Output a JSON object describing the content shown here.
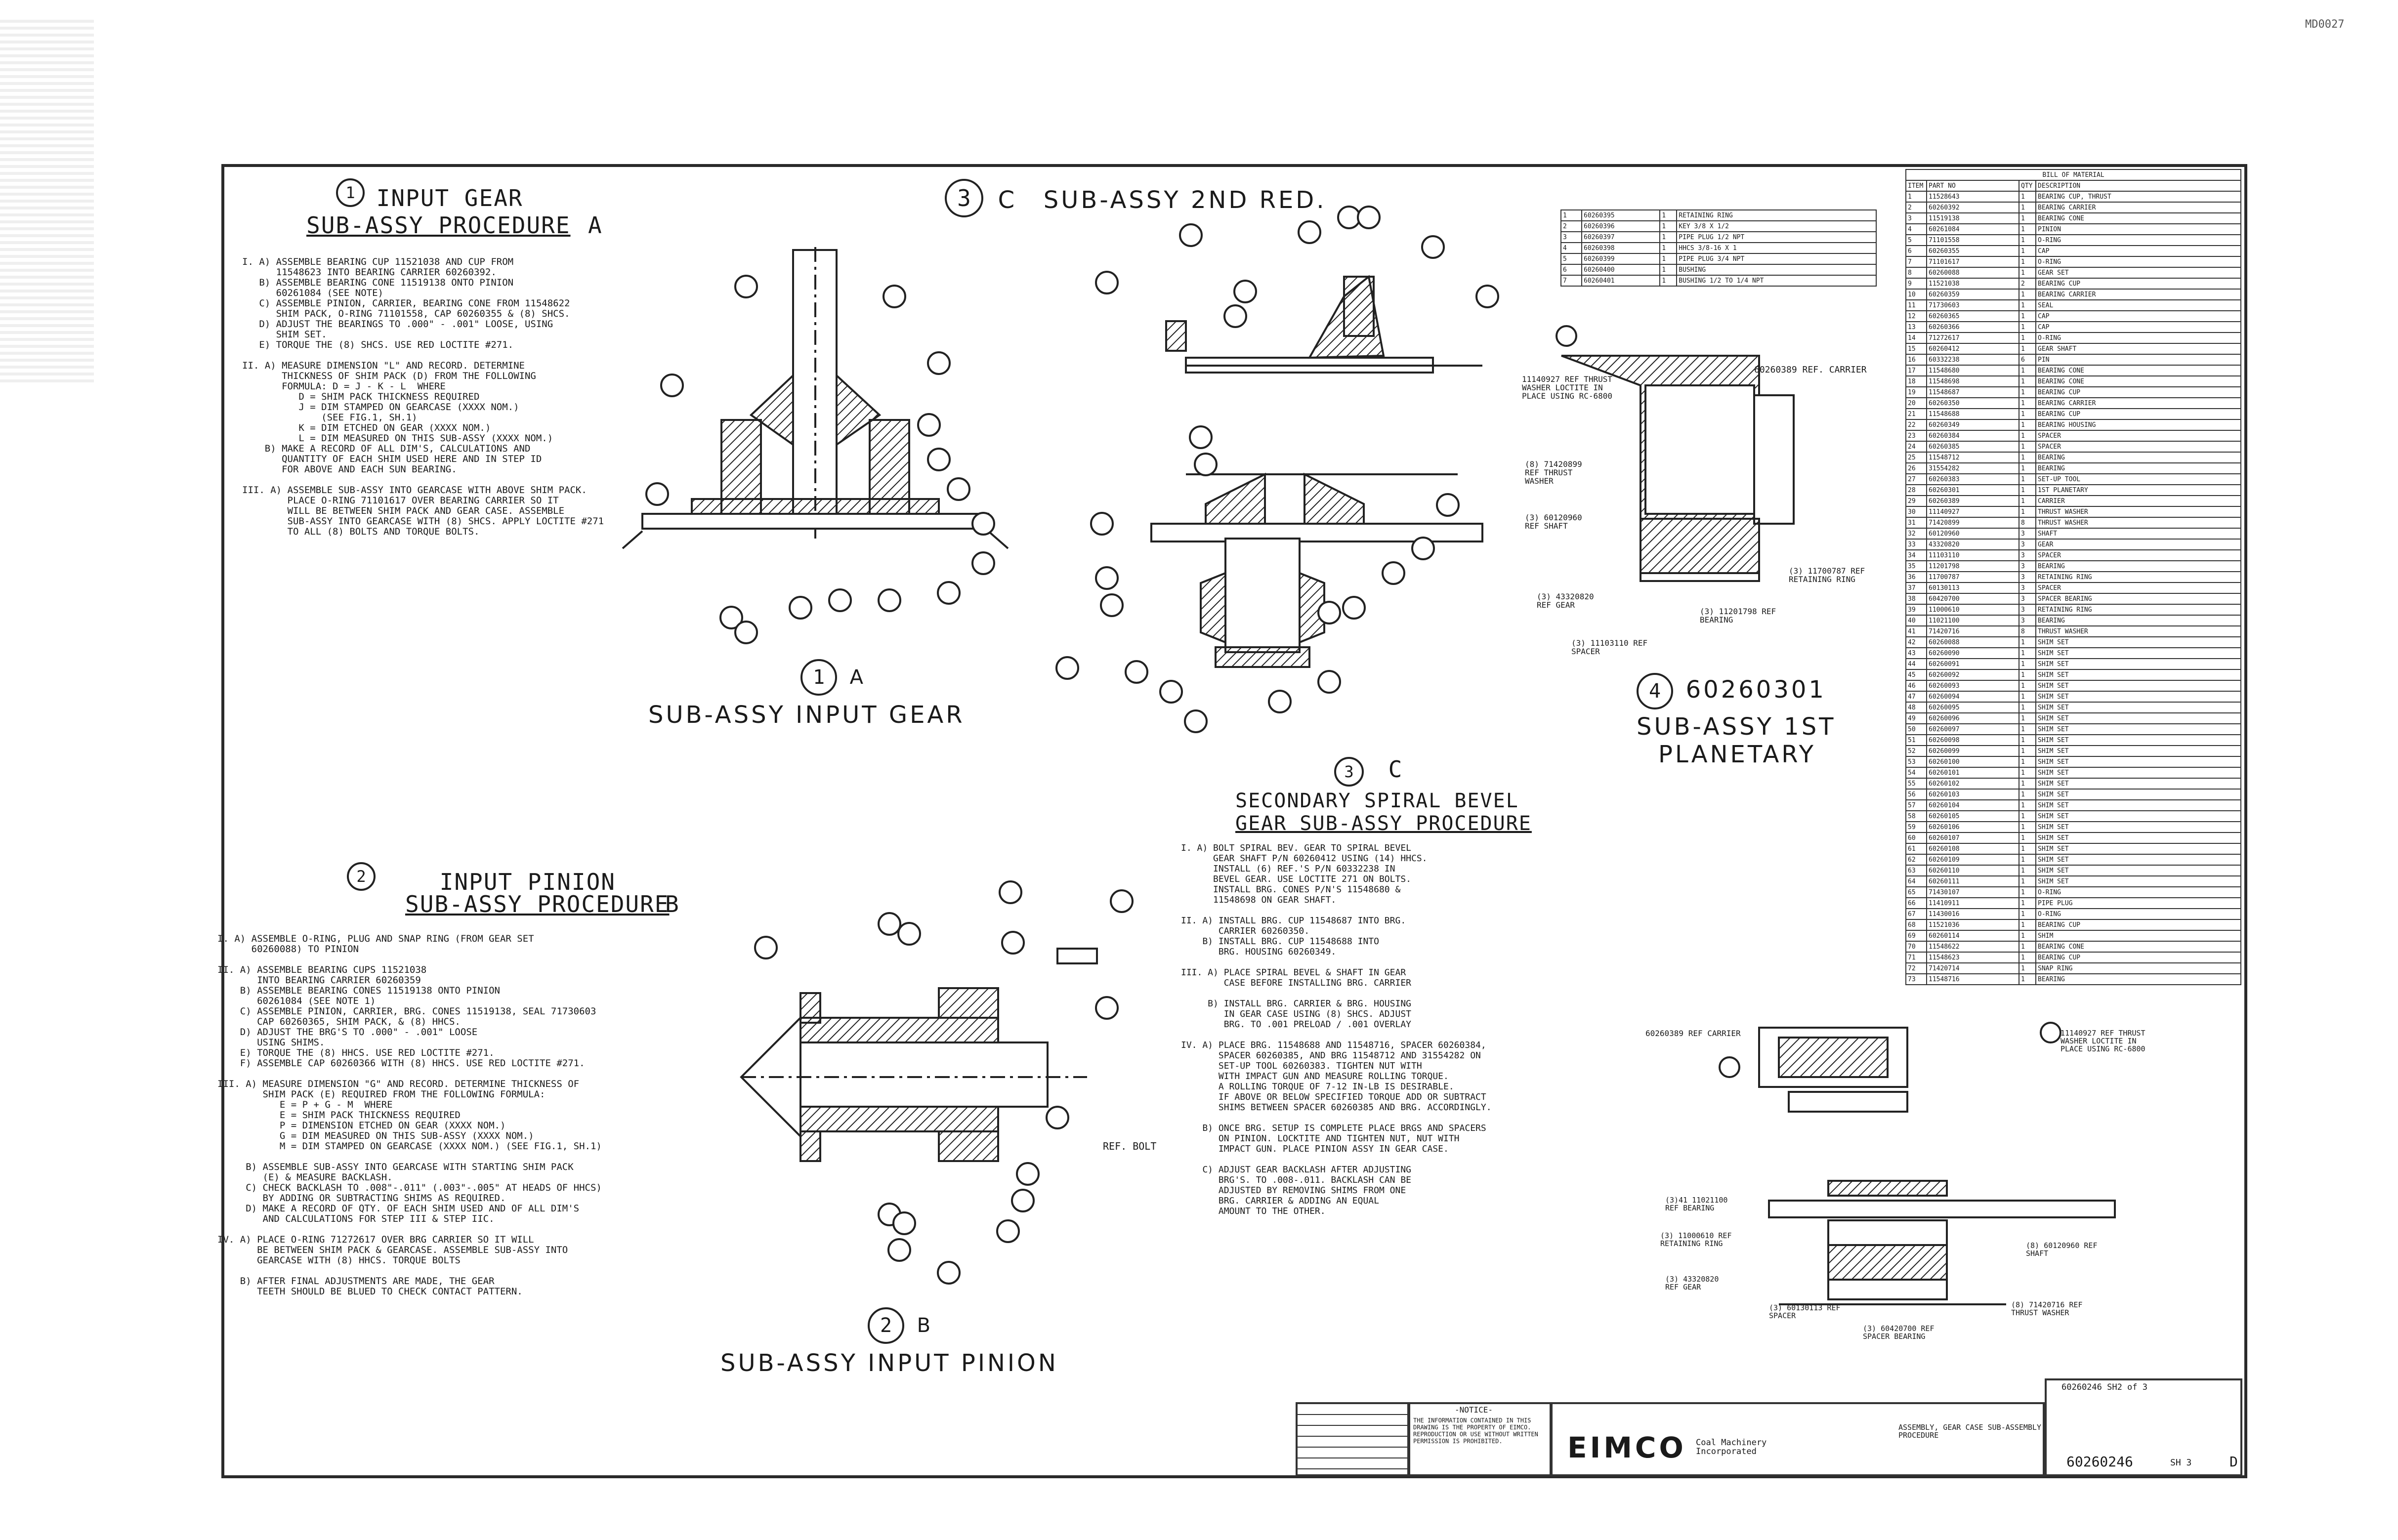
{
  "corner_id": "MD0027",
  "section1": {
    "number": "1",
    "title_line1": "INPUT GEAR",
    "title_line2": "SUB-ASSY PROCEDURE",
    "letter": "A",
    "steps": [
      "I. A) ASSEMBLE BEARING CUP 11521038 AND CUP FROM",
      "      11548623 INTO BEARING CARRIER 60260392.",
      "   B) ASSEMBLE BEARING CONE 11519138 ONTO PINION",
      "      60261084 (SEE NOTE)",
      "   C) ASSEMBLE PINION, CARRIER, BEARING CONE FROM 11548622",
      "      SHIM PACK, O-RING 71101558, CAP 60260355 & (8) SHCS.",
      "   D) ADJUST THE BEARINGS TO .000\" - .001\" LOOSE, USING",
      "      SHIM SET.",
      "   E) TORQUE THE (8) SHCS. USE RED LOCTITE #271.",
      "",
      "II. A) MEASURE DIMENSION \"L\" AND RECORD. DETERMINE",
      "       THICKNESS OF SHIM PACK (D) FROM THE FOLLOWING",
      "       FORMULA: D = J - K - L  WHERE",
      "          D = SHIM PACK THICKNESS REQUIRED",
      "          J = DIM STAMPED ON GEARCASE (XXXX NOM.)",
      "              (SEE FIG.1, SH.1)",
      "          K = DIM ETCHED ON GEAR (XXXX NOM.)",
      "          L = DIM MEASURED ON THIS SUB-ASSY (XXXX NOM.)",
      "    B) MAKE A RECORD OF ALL DIM'S, CALCULATIONS AND",
      "       QUANTITY OF EACH SHIM USED HERE AND IN STEP ID",
      "       FOR ABOVE AND EACH SUN BEARING.",
      "",
      "III. A) ASSEMBLE SUB-ASSY INTO GEARCASE WITH ABOVE SHIM PACK.",
      "        PLACE O-RING 71101617 OVER BEARING CARRIER SO IT",
      "        WILL BE BETWEEN SHIM PACK AND GEAR CASE. ASSEMBLE",
      "        SUB-ASSY INTO GEARCASE WITH (8) SHCS. APPLY LOCTITE #271",
      "        TO ALL (8) BOLTS AND TORQUE BOLTS."
    ]
  },
  "view1": {
    "number": "1",
    "letter": "A",
    "caption": "SUB-ASSY INPUT GEAR"
  },
  "section3_header": {
    "number": "3",
    "letter": "C",
    "title": "SUB-ASSY 2ND RED."
  },
  "section2": {
    "number": "2",
    "title_line1": "INPUT PINION",
    "title_line2": "SUB-ASSY PROCEDURE",
    "letter": "B",
    "steps": [
      "I. A) ASSEMBLE O-RING, PLUG AND SNAP RING (FROM GEAR SET",
      "      60260088) TO PINION",
      "",
      "II. A) ASSEMBLE BEARING CUPS 11521038",
      "       INTO BEARING CARRIER 60260359",
      "    B) ASSEMBLE BEARING CONES 11519138 ONTO PINION",
      "       60261084 (SEE NOTE 1)",
      "    C) ASSEMBLE PINION, CARRIER, BRG. CONES 11519138, SEAL 71730603",
      "       CAP 60260365, SHIM PACK, & (8) HHCS.",
      "    D) ADJUST THE BRG'S TO .000\" - .001\" LOOSE",
      "       USING SHIMS.",
      "    E) TORQUE THE (8) HHCS. USE RED LOCTITE #271.",
      "    F) ASSEMBLE CAP 60260366 WITH (8) HHCS. USE RED LOCTITE #271.",
      "",
      "III. A) MEASURE DIMENSION \"G\" AND RECORD. DETERMINE THICKNESS OF",
      "        SHIM PACK (E) REQUIRED FROM THE FOLLOWING FORMULA:",
      "           E = P + G - M  WHERE",
      "           E = SHIM PACK THICKNESS REQUIRED",
      "           P = DIMENSION ETCHED ON GEAR (XXXX NOM.)",
      "           G = DIM MEASURED ON THIS SUB-ASSY (XXXX NOM.)",
      "           M = DIM STAMPED ON GEARCASE (XXXX NOM.) (SEE FIG.1, SH.1)",
      "",
      "     B) ASSEMBLE SUB-ASSY INTO GEARCASE WITH STARTING SHIM PACK",
      "        (E) & MEASURE BACKLASH.",
      "     C) CHECK BACKLASH TO .008\"-.011\" (.003\"-.005\" AT HEADS OF HHCS)",
      "        BY ADDING OR SUBTRACTING SHIMS AS REQUIRED.",
      "     D) MAKE A RECORD OF QTY. OF EACH SHIM USED AND OF ALL DIM'S",
      "        AND CALCULATIONS FOR STEP III & STEP IIC.",
      "",
      "IV. A) PLACE O-RING 71272617 OVER BRG CARRIER SO IT WILL",
      "       BE BETWEEN SHIM PACK & GEARCASE. ASSEMBLE SUB-ASSY INTO",
      "       GEARCASE WITH (8) HHCS. TORQUE BOLTS",
      "",
      "    B) AFTER FINAL ADJUSTMENTS ARE MADE, THE GEAR",
      "       TEETH SHOULD BE BLUED TO CHECK CONTACT PATTERN."
    ]
  },
  "view2": {
    "number": "2",
    "letter": "B",
    "caption": "SUB-ASSY INPUT PINION",
    "ref_label": "REF. BOLT"
  },
  "section3": {
    "number": "3",
    "letter": "C",
    "title_line1": "SECONDARY SPIRAL BEVEL",
    "title_line2": "GEAR SUB-ASSY PROCEDURE",
    "steps": [
      "I. A) BOLT SPIRAL BEV. GEAR TO SPIRAL BEVEL",
      "      GEAR SHAFT P/N 60260412 USING (14) HHCS.",
      "      INSTALL (6) REF.'S P/N 60332238 IN",
      "      BEVEL GEAR. USE LOCTITE 271 ON BOLTS.",
      "      INSTALL BRG. CONES P/N'S 11548680 &",
      "      11548698 ON GEAR SHAFT.",
      "",
      "II. A) INSTALL BRG. CUP 11548687 INTO BRG.",
      "       CARRIER 60260350.",
      "    B) INSTALL BRG. CUP 11548688 INTO",
      "       BRG. HOUSING 60260349.",
      "",
      "III. A) PLACE SPIRAL BEVEL & SHAFT IN GEAR",
      "        CASE BEFORE INSTALLING BRG. CARRIER",
      "",
      "     B) INSTALL BRG. CARRIER & BRG. HOUSING",
      "        IN GEAR CASE USING (8) SHCS. ADJUST",
      "        BRG. TO .001 PRELOAD / .001 OVERLAY",
      "",
      "IV. A) PLACE BRG. 11548688 AND 11548716, SPACER 60260384,",
      "       SPACER 60260385, AND BRG 11548712 AND 31554282 ON",
      "       SET-UP TOOL 60260383. TIGHTEN NUT WITH",
      "       WITH IMPACT GUN AND MEASURE ROLLING TORQUE.",
      "       A ROLLING TORQUE OF 7-12 IN-LB IS DESIRABLE.",
      "       IF ABOVE OR BELOW SPECIFIED TORQUE ADD OR SUBTRACT",
      "       SHIMS BETWEEN SPACER 60260385 AND BRG. ACCORDINGLY.",
      "",
      "    B) ONCE BRG. SETUP IS COMPLETE PLACE BRGS AND SPACERS",
      "       ON PINION. LOCKTITE AND TIGHTEN NUT, NUT WITH",
      "       IMPACT GUN. PLACE PINION ASSY IN GEAR CASE.",
      "",
      "    C) ADJUST GEAR BACKLASH AFTER ADJUSTING",
      "       BRG'S. TO .008-.011. BACKLASH CAN BE",
      "       ADJUSTED BY REMOVING SHIMS FROM ONE",
      "       BRG. CARRIER & ADDING AN EQUAL",
      "       AMOUNT TO THE OTHER."
    ]
  },
  "view4": {
    "number": "4",
    "part_number": "60260301",
    "caption_line1": "SUB-ASSY 1ST",
    "caption_line2": "PLANETARY"
  },
  "planetary_labels": [
    "60260389 REF. CARRIER",
    "11140927 REF THRUST WASHER LOCTITE IN PLACE USING RC-6800",
    "(8) 71420899 REF THRUST WASHER",
    "(3) 60120960 REF SHAFT",
    "(3) 43320820 REF GEAR",
    "(3) 11103110 REF SPACER",
    "(3) 11201798 REF BEARING",
    "(3) 11700787 REF RETAINING RING"
  ],
  "lower_view_labels": [
    "60260389 REF CARRIER",
    "11140927 REF THRUST WASHER LOCTITE IN PLACE USING RC-6800",
    "(3)41 11021100 REF BEARING",
    "(3) 11000610 REF RETAINING RING",
    "(3) 43320820 REF GEAR",
    "(3) 60130113 REF SPACER",
    "(3) 60420700 REF SPACER BEARING",
    "(8) 60120960 REF SHAFT",
    "(8) 71420716 REF THRUST WASHER"
  ],
  "bom": {
    "title": "BILL OF MATERIAL",
    "headers": [
      "ITEM",
      "PART NO",
      "QTY",
      "DESCRIPTION"
    ],
    "rows": [
      [
        "1",
        "11528643",
        "1",
        "BEARING CUP, THRUST"
      ],
      [
        "2",
        "60260392",
        "1",
        "BEARING CARRIER"
      ],
      [
        "3",
        "11519138",
        "1",
        "BEARING CONE"
      ],
      [
        "4",
        "60261084",
        "1",
        "PINION"
      ],
      [
        "5",
        "71101558",
        "1",
        "O-RING"
      ],
      [
        "6",
        "60260355",
        "1",
        "CAP"
      ],
      [
        "7",
        "71101617",
        "1",
        "O-RING"
      ],
      [
        "8",
        "60260088",
        "1",
        "GEAR SET"
      ],
      [
        "9",
        "11521038",
        "2",
        "BEARING CUP"
      ],
      [
        "10",
        "60260359",
        "1",
        "BEARING CARRIER"
      ],
      [
        "11",
        "71730603",
        "1",
        "SEAL"
      ],
      [
        "12",
        "60260365",
        "1",
        "CAP"
      ],
      [
        "13",
        "60260366",
        "1",
        "CAP"
      ],
      [
        "14",
        "71272617",
        "1",
        "O-RING"
      ],
      [
        "15",
        "60260412",
        "1",
        "GEAR SHAFT"
      ],
      [
        "16",
        "60332238",
        "6",
        "PIN"
      ],
      [
        "17",
        "11548680",
        "1",
        "BEARING CONE"
      ],
      [
        "18",
        "11548698",
        "1",
        "BEARING CONE"
      ],
      [
        "19",
        "11548687",
        "1",
        "BEARING CUP"
      ],
      [
        "20",
        "60260350",
        "1",
        "BEARING CARRIER"
      ],
      [
        "21",
        "11548688",
        "1",
        "BEARING CUP"
      ],
      [
        "22",
        "60260349",
        "1",
        "BEARING HOUSING"
      ],
      [
        "23",
        "60260384",
        "1",
        "SPACER"
      ],
      [
        "24",
        "60260385",
        "1",
        "SPACER"
      ],
      [
        "25",
        "11548712",
        "1",
        "BEARING"
      ],
      [
        "26",
        "31554282",
        "1",
        "BEARING"
      ],
      [
        "27",
        "60260383",
        "1",
        "SET-UP TOOL"
      ],
      [
        "28",
        "60260301",
        "1",
        "1ST PLANETARY"
      ],
      [
        "29",
        "60260389",
        "1",
        "CARRIER"
      ],
      [
        "30",
        "11140927",
        "1",
        "THRUST WASHER"
      ],
      [
        "31",
        "71420899",
        "8",
        "THRUST WASHER"
      ],
      [
        "32",
        "60120960",
        "3",
        "SHAFT"
      ],
      [
        "33",
        "43320820",
        "3",
        "GEAR"
      ],
      [
        "34",
        "11103110",
        "3",
        "SPACER"
      ],
      [
        "35",
        "11201798",
        "3",
        "BEARING"
      ],
      [
        "36",
        "11700787",
        "3",
        "RETAINING RING"
      ],
      [
        "37",
        "60130113",
        "3",
        "SPACER"
      ],
      [
        "38",
        "60420700",
        "3",
        "SPACER BEARING"
      ],
      [
        "39",
        "11000610",
        "3",
        "RETAINING RING"
      ],
      [
        "40",
        "11021100",
        "3",
        "BEARING"
      ],
      [
        "41",
        "71420716",
        "8",
        "THRUST WASHER"
      ],
      [
        "42",
        "60260088",
        "1",
        "SHIM SET"
      ],
      [
        "43",
        "60260090",
        "1",
        "SHIM SET"
      ],
      [
        "44",
        "60260091",
        "1",
        "SHIM SET"
      ],
      [
        "45",
        "60260092",
        "1",
        "SHIM SET"
      ],
      [
        "46",
        "60260093",
        "1",
        "SHIM SET"
      ],
      [
        "47",
        "60260094",
        "1",
        "SHIM SET"
      ],
      [
        "48",
        "60260095",
        "1",
        "SHIM SET"
      ],
      [
        "49",
        "60260096",
        "1",
        "SHIM SET"
      ],
      [
        "50",
        "60260097",
        "1",
        "SHIM SET"
      ],
      [
        "51",
        "60260098",
        "1",
        "SHIM SET"
      ],
      [
        "52",
        "60260099",
        "1",
        "SHIM SET"
      ],
      [
        "53",
        "60260100",
        "1",
        "SHIM SET"
      ],
      [
        "54",
        "60260101",
        "1",
        "SHIM SET"
      ],
      [
        "55",
        "60260102",
        "1",
        "SHIM SET"
      ],
      [
        "56",
        "60260103",
        "1",
        "SHIM SET"
      ],
      [
        "57",
        "60260104",
        "1",
        "SHIM SET"
      ],
      [
        "58",
        "60260105",
        "1",
        "SHIM SET"
      ],
      [
        "59",
        "60260106",
        "1",
        "SHIM SET"
      ],
      [
        "60",
        "60260107",
        "1",
        "SHIM SET"
      ],
      [
        "61",
        "60260108",
        "1",
        "SHIM SET"
      ],
      [
        "62",
        "60260109",
        "1",
        "SHIM SET"
      ],
      [
        "63",
        "60260110",
        "1",
        "SHIM SET"
      ],
      [
        "64",
        "60260111",
        "1",
        "SHIM SET"
      ],
      [
        "65",
        "71430107",
        "1",
        "O-RING"
      ],
      [
        "66",
        "11410911",
        "1",
        "PIPE PLUG"
      ],
      [
        "67",
        "11430016",
        "1",
        "O-RING"
      ],
      [
        "68",
        "11521036",
        "1",
        "BEARING CUP"
      ],
      [
        "69",
        "60260114",
        "1",
        "SHIM"
      ],
      [
        "70",
        "11548622",
        "1",
        "BEARING CONE"
      ],
      [
        "71",
        "11548623",
        "1",
        "BEARING CUP"
      ],
      [
        "72",
        "71420714",
        "1",
        "SNAP RING"
      ],
      [
        "73",
        "11548716",
        "1",
        "BEARING"
      ]
    ]
  },
  "top_callout_table": {
    "rows": [
      [
        "1",
        "60260395",
        "1",
        "RETAINING RING"
      ],
      [
        "2",
        "60260396",
        "1",
        "KEY 3/8 X 1/2"
      ],
      [
        "3",
        "60260397",
        "1",
        "PIPE PLUG 1/2 NPT"
      ],
      [
        "4",
        "60260398",
        "1",
        "HHCS 3/8-16 X 1"
      ],
      [
        "5",
        "60260399",
        "1",
        "PIPE PLUG 3/4 NPT"
      ],
      [
        "6",
        "60260400",
        "1",
        "BUSHING"
      ],
      [
        "7",
        "60260401",
        "1",
        "BUSHING 1/2 TO 1/4 NPT"
      ]
    ]
  },
  "title_block": {
    "notice_heading": "-NOTICE-",
    "notice_text": "THE INFORMATION CONTAINED IN THIS DRAWING IS THE PROPERTY OF EIMCO. REPRODUCTION OR USE WITHOUT WRITTEN PERMISSION IS PROHIBITED.",
    "company": "EIMCO",
    "company_sub": "Coal Machinery Incorporated",
    "drawing_title": "ASSEMBLY, GEAR CASE SUB-ASSEMBLY PROCEDURE",
    "drawing_number": "60260246",
    "sheet": "SH 3",
    "part_ref": "60260246 SH2 of 3",
    "size": "D"
  }
}
